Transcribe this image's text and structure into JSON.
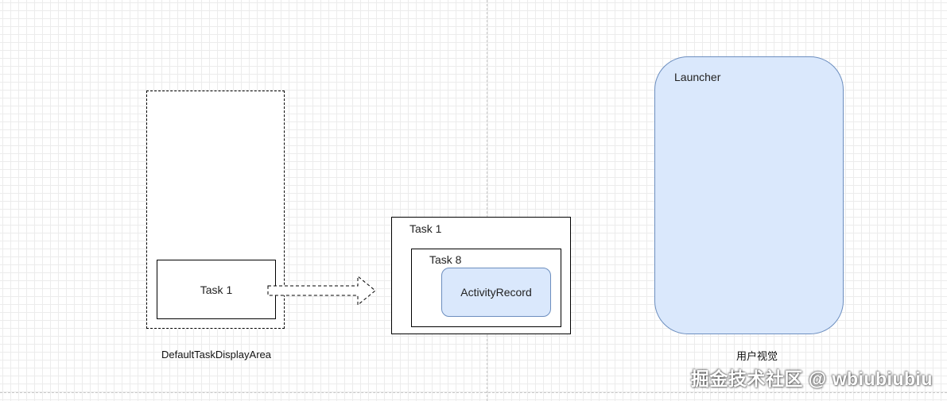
{
  "left_group": {
    "container_label": "DefaultTaskDisplayArea",
    "task_label": "Task 1"
  },
  "middle_group": {
    "outer_task_label": "Task 1",
    "inner_task_label": "Task 8",
    "activity_label": "ActivityRecord"
  },
  "right_group": {
    "launcher_label": "Launcher",
    "caption": "用户视觉"
  },
  "watermark": "掘金技术社区 @ wbiubiubiu",
  "colors": {
    "box_fill_blue": "#dae8fc",
    "box_stroke_blue": "#6c8ebf",
    "stroke_black": "#000000"
  }
}
